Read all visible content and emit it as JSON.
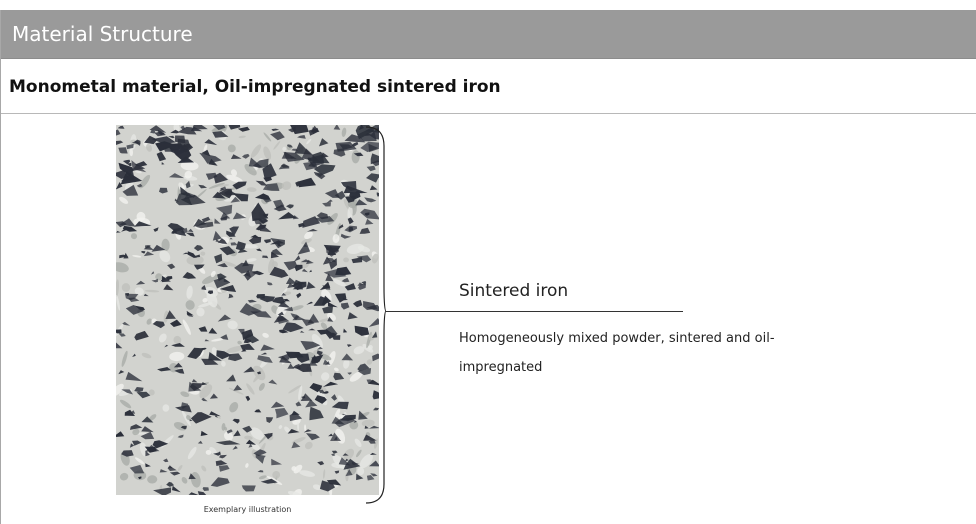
{
  "header": {
    "title": "Material Structure"
  },
  "section": {
    "subtitle": "Monometal material,  Oil-impregnated sintered iron"
  },
  "figure": {
    "caption": "Exemplary illustration",
    "label": "Sintered iron",
    "description": "Homogeneously mixed powder, sintered and oil-impregnated"
  },
  "colors": {
    "header_bg": "#9a9a9a",
    "header_text": "#ffffff",
    "micrograph_base": "#d2d3cf",
    "micrograph_dark": "#2b2f3a"
  }
}
